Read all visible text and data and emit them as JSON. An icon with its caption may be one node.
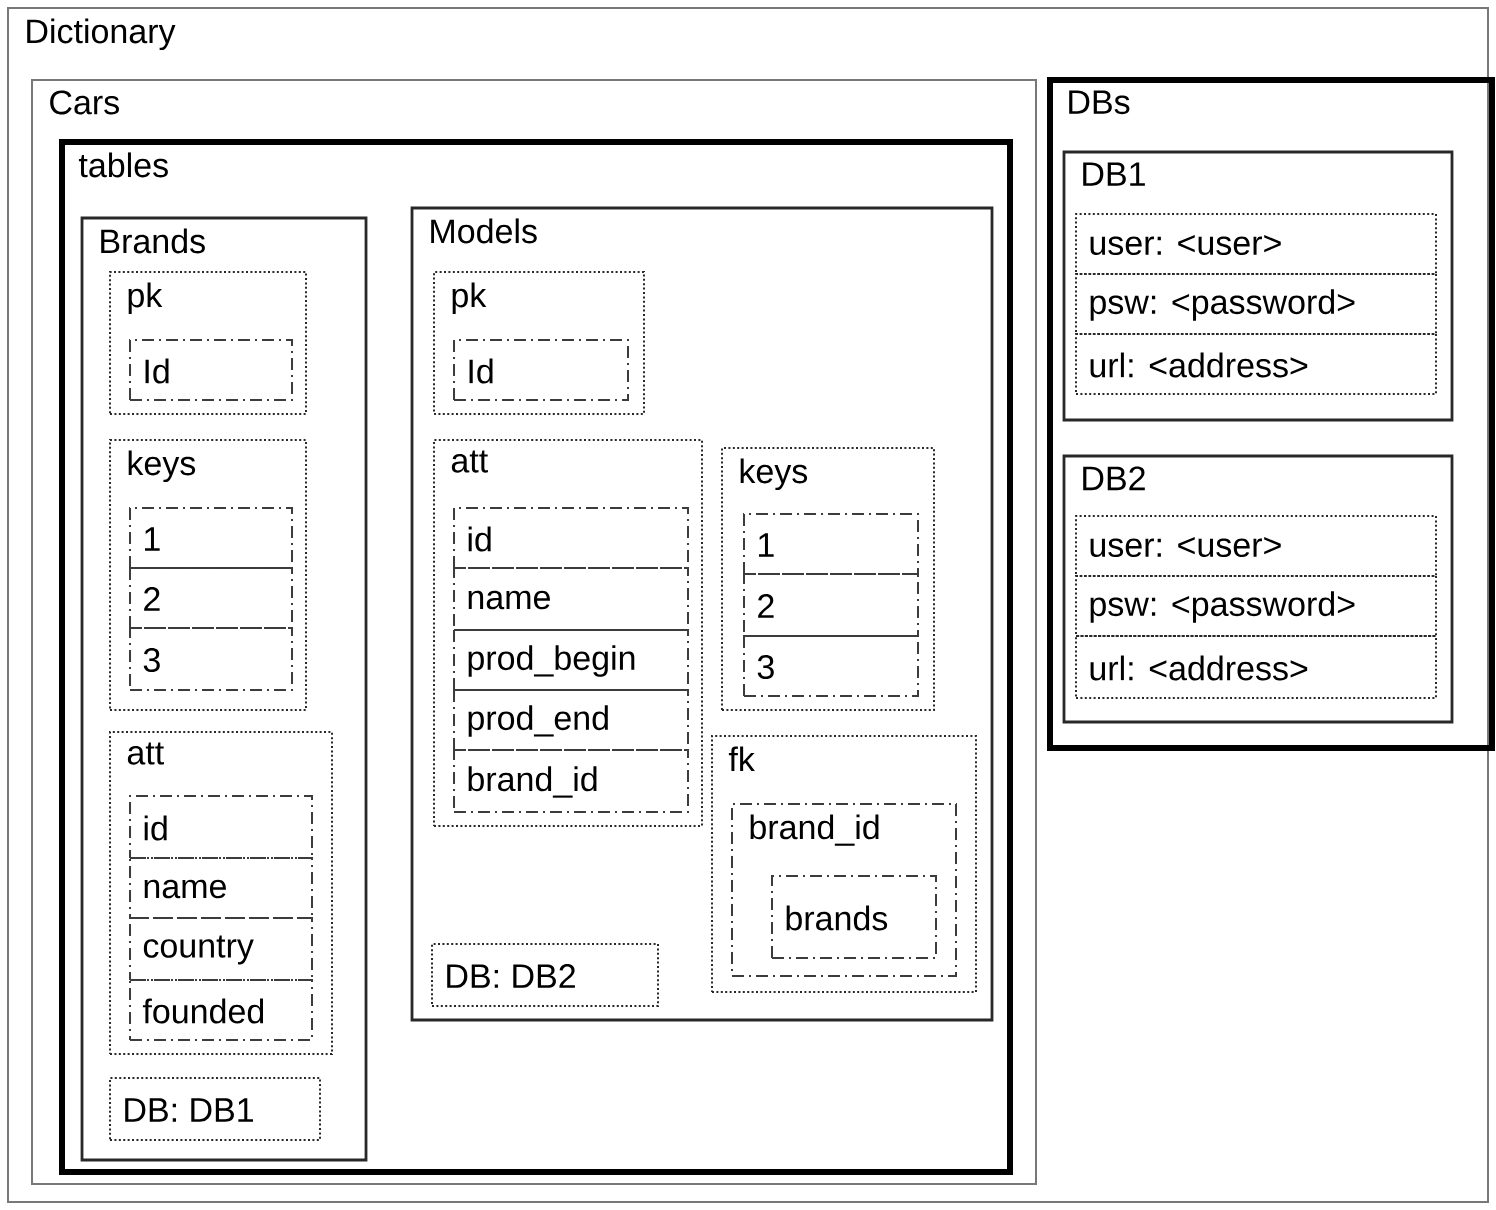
{
  "diagram": {
    "nodes": [
      {
        "text": [
          "Dictionary"
        ]
      },
      {
        "text": [
          "Cars"
        ],
        "in": 0
      },
      {
        "text": [
          "tables"
        ],
        "in": 1
      },
      {
        "text": [
          "Brands"
        ],
        "in": 2
      },
      {
        "text": [
          "pk"
        ],
        "in": 3
      },
      {
        "text": [
          "Id"
        ],
        "in": 4
      },
      {
        "text": [
          "keys"
        ],
        "in": 3
      },
      {
        "text": [
          "1"
        ],
        "in": 6
      },
      {
        "text": [
          "2"
        ],
        "in": 6
      },
      {
        "text": [
          "3"
        ],
        "in": 6
      },
      {
        "text": [
          "att"
        ],
        "in": 3
      },
      {
        "text": [
          "id"
        ],
        "in": 10
      },
      {
        "text": [
          "name"
        ],
        "in": 10
      },
      {
        "text": [
          "country"
        ],
        "in": 10
      },
      {
        "text": [
          "founded"
        ],
        "in": 10
      },
      {
        "text": [
          "DB: DB1"
        ],
        "in": 3
      },
      {
        "text": [
          "Models"
        ],
        "in": 2
      },
      {
        "text": [
          "pk"
        ],
        "in": 16
      },
      {
        "text": [
          "Id"
        ],
        "in": 17
      },
      {
        "text": [
          "att"
        ],
        "in": 16
      },
      {
        "text": [
          "id"
        ],
        "in": 19
      },
      {
        "text": [
          "name"
        ],
        "in": 19
      },
      {
        "text": [
          "prod_begin"
        ],
        "in": 19
      },
      {
        "text": [
          "prod_end"
        ],
        "in": 19
      },
      {
        "text": [
          "brand_id"
        ],
        "in": 19
      },
      {
        "text": [
          "keys"
        ],
        "in": 16
      },
      {
        "text": [
          "1"
        ],
        "in": 25
      },
      {
        "text": [
          "2"
        ],
        "in": 25
      },
      {
        "text": [
          "3"
        ],
        "in": 25
      },
      {
        "text": [
          "fk"
        ],
        "in": 16
      },
      {
        "text": [
          "brand_id"
        ],
        "in": 29
      },
      {
        "text": [
          "brands"
        ],
        "in": 30
      },
      {
        "text": [
          "DB: DB2"
        ],
        "in": 16
      },
      {
        "text": [
          "DBs"
        ],
        "in": 0
      },
      {
        "text": [
          "DB1"
        ],
        "in": 33
      },
      {
        "text": [
          "user: <user>"
        ],
        "in": 34
      },
      {
        "text": [
          "psw: <password>"
        ],
        "in": 34
      },
      {
        "text": [
          "url: <address>"
        ],
        "in": 34
      },
      {
        "text": [
          "DB2"
        ],
        "in": 33
      },
      {
        "text": [
          "user: <user>"
        ],
        "in": 38
      },
      {
        "text": [
          "psw: <password>"
        ],
        "in": 38
      },
      {
        "text": [
          "url: <address>"
        ],
        "in": 38
      }
    ]
  }
}
